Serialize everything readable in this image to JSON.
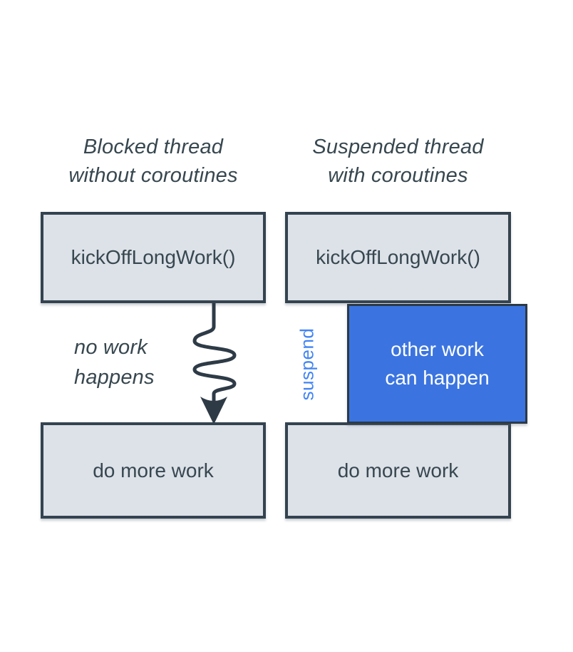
{
  "colors": {
    "background": "#ffffff",
    "box_fill": "#dde1e8",
    "box_border": "#344350",
    "text_dark": "#37474f",
    "blue_fill": "#3b74e0",
    "blue_border": "#2c3a46",
    "blue_text": "#ffffff",
    "suspend_text": "#4285f4",
    "arrow": "#2e3b47"
  },
  "left_panel": {
    "title_line1": "Blocked thread",
    "title_line2": "without coroutines",
    "top_box_label": "kickOffLongWork()",
    "gap_note_line1": "no work",
    "gap_note_line2": "happens",
    "bottom_box_label": "do more work"
  },
  "right_panel": {
    "title_line1": "Suspended thread",
    "title_line2": "with coroutines",
    "top_box_label": "kickOffLongWork()",
    "suspend_label": "suspend",
    "blue_box_line1": "other work",
    "blue_box_line2": "can happen",
    "bottom_box_label": "do more work"
  }
}
